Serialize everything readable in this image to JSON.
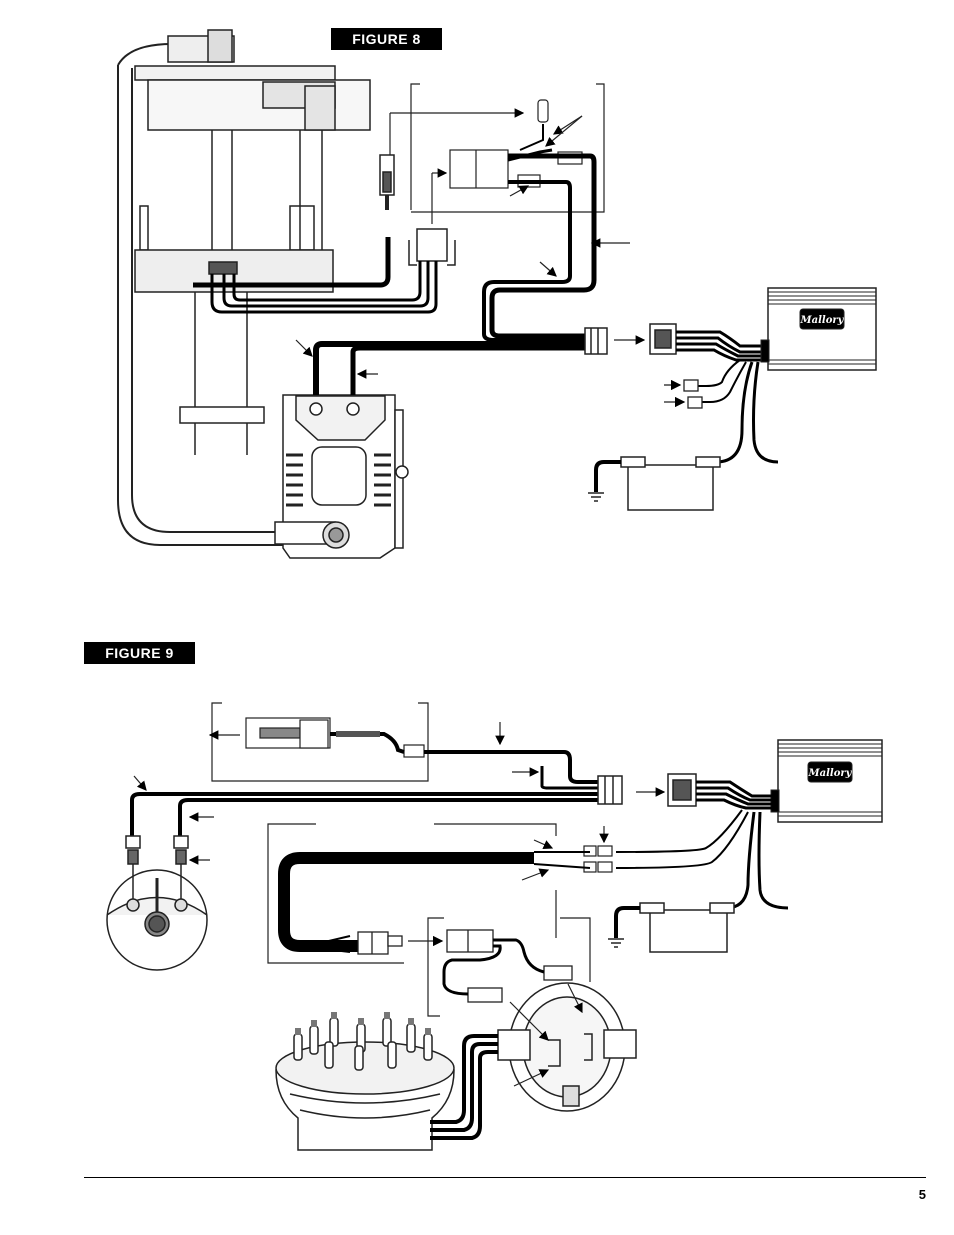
{
  "figures": [
    {
      "label": "FIGURE 8"
    },
    {
      "label": "FIGURE 9"
    }
  ],
  "ignition_box": {
    "brand": "Mallory"
  },
  "page_number": "5",
  "colors": {
    "wire": "#000000",
    "outline": "#222222",
    "panel": "#e6e6e6",
    "label_bg": "#000000",
    "label_text": "#ffffff"
  }
}
